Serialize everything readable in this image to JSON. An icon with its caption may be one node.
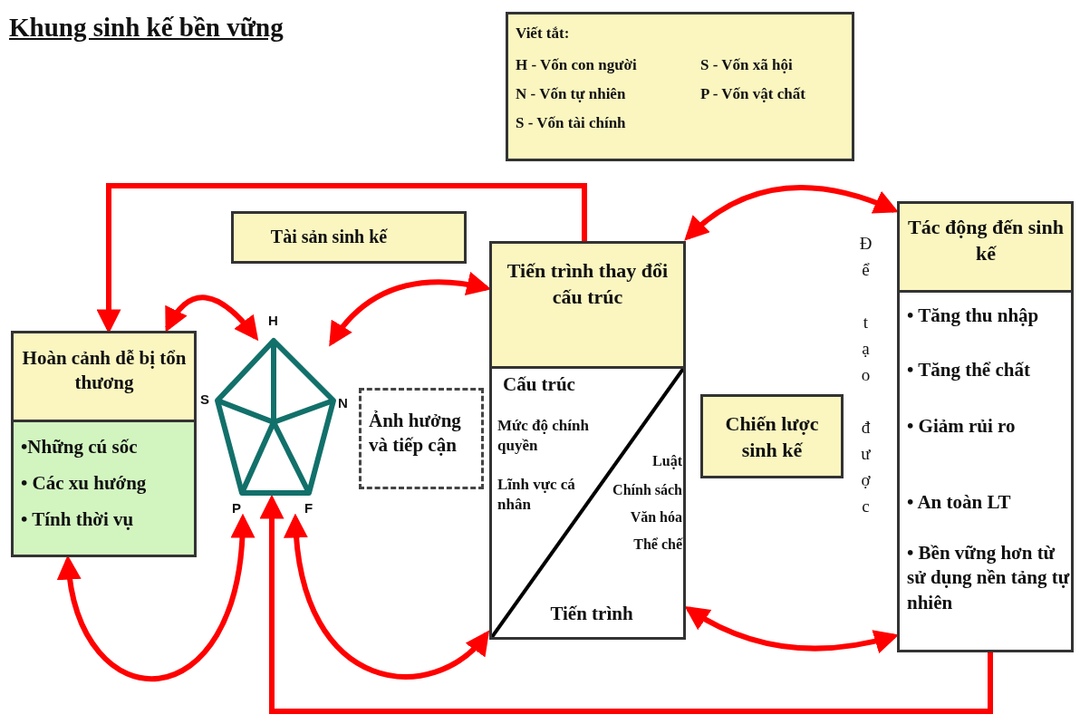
{
  "diagram": {
    "title": "Khung sinh kế bền vững",
    "nodes": [
      {
        "text": [
          "Viết tắt:",
          "H - Vốn con người",
          "S - Vốn xã hội",
          "N - Vốn tự nhiên",
          "P - Vốn vật chất",
          "S - Vốn tài chính"
        ]
      },
      {
        "text": [
          "Tài sản sinh kế"
        ]
      },
      {
        "text": [
          "Hoàn cảnh dễ bị tổn thương",
          "•Những cú sốc",
          "• Các xu hướng",
          "• Tính thời vụ"
        ]
      },
      {
        "text": [],
        "shape": "pentagon",
        "beside": [
          "H",
          "S",
          "N",
          "P",
          "F"
        ]
      },
      {
        "text": [
          "Ảnh hưởng và tiếp cận"
        ]
      },
      {
        "text": [
          "Tiến trình thay đổi cấu trúc",
          "Cấu trúc",
          "Mức độ chính quyền",
          "Lĩnh vực cá nhân",
          "Luật",
          "Chính sách",
          "Văn hóa",
          "Thể chế",
          "Tiến trình"
        ]
      },
      {
        "text": [
          "Chiến lược sinh kế"
        ]
      },
      {
        "text": [
          "Tác động đến sinh kế",
          "• Tăng thu nhập",
          "• Tăng thể chất",
          "• Giảm rủi ro",
          "• An toàn LT",
          "• Bền vững hơn từ sử dụng nền tảng tự nhiên"
        ]
      }
    ],
    "edges": [
      {
        "from": 5,
        "to": 2,
        "arrow": "to"
      },
      {
        "from": 2,
        "to": 3,
        "arrow": "both"
      },
      {
        "from": 3,
        "to": 5,
        "arrow": "both"
      },
      {
        "from": 5,
        "to": 7,
        "arrow": "both"
      },
      {
        "from": 2,
        "to": 3,
        "arrow": "both"
      },
      {
        "from": 3,
        "to": 5,
        "arrow": "both"
      },
      {
        "from": 7,
        "to": 3,
        "arrow": "to"
      },
      {
        "from": 5,
        "to": 7,
        "arrow": "both"
      }
    ],
    "labels": [
      "Để tạo được"
    ]
  }
}
